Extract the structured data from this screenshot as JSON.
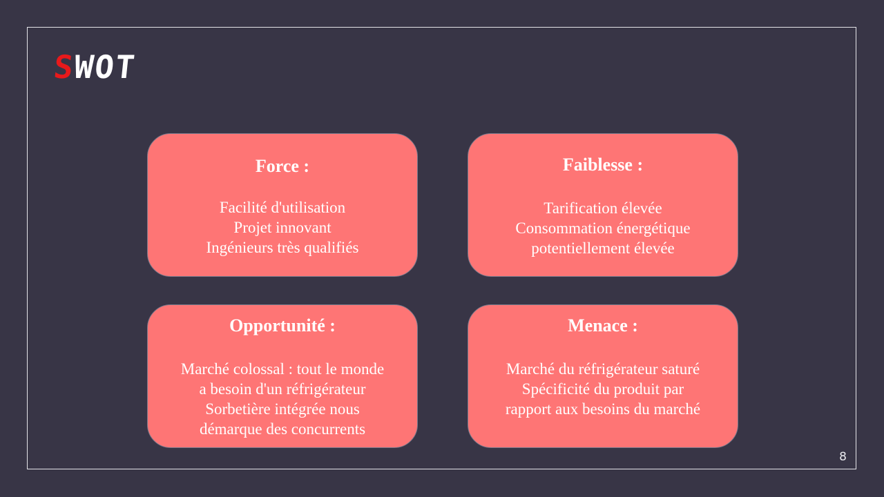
{
  "slide": {
    "title_first_letter": "S",
    "title_rest": "WOT",
    "page_number": "8"
  },
  "colors": {
    "background": "#383546",
    "card": "#fe7575",
    "title_accent": "#e8191b",
    "text": "#ffffff"
  },
  "cards": [
    {
      "title": "Force :",
      "lines": [
        "Facilité d'utilisation",
        "Projet innovant",
        "Ingénieurs très qualifiés"
      ]
    },
    {
      "title": "Faiblesse :",
      "lines": [
        "Tarification élevée",
        "Consommation énergétique",
        "potentiellement élevée"
      ]
    },
    {
      "title": "Opportunité :",
      "lines": [
        "Marché colossal : tout le monde",
        "a besoin d'un réfrigérateur",
        "Sorbetière intégrée nous",
        "démarque des concurrents"
      ]
    },
    {
      "title": "Menace :",
      "lines": [
        "Marché du réfrigérateur saturé",
        "Spécificité du produit par",
        "rapport aux besoins du marché"
      ]
    }
  ]
}
